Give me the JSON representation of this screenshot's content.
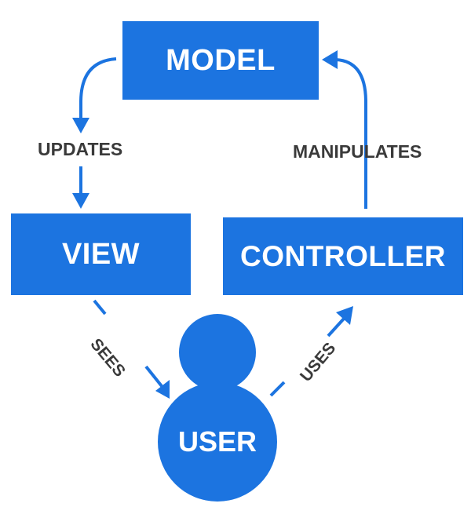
{
  "nodes": {
    "model": "MODEL",
    "view": "VIEW",
    "controller": "CONTROLLER",
    "user": "USER"
  },
  "edges": {
    "updates": "UPDATES",
    "manipulates": "MANIPULATES",
    "sees": "SEES",
    "uses": "USES"
  },
  "colors": {
    "node_fill": "#1c74e0",
    "node_text": "#ffffff",
    "arrow": "#1c74e0",
    "label_text": "#3a3a3a"
  }
}
